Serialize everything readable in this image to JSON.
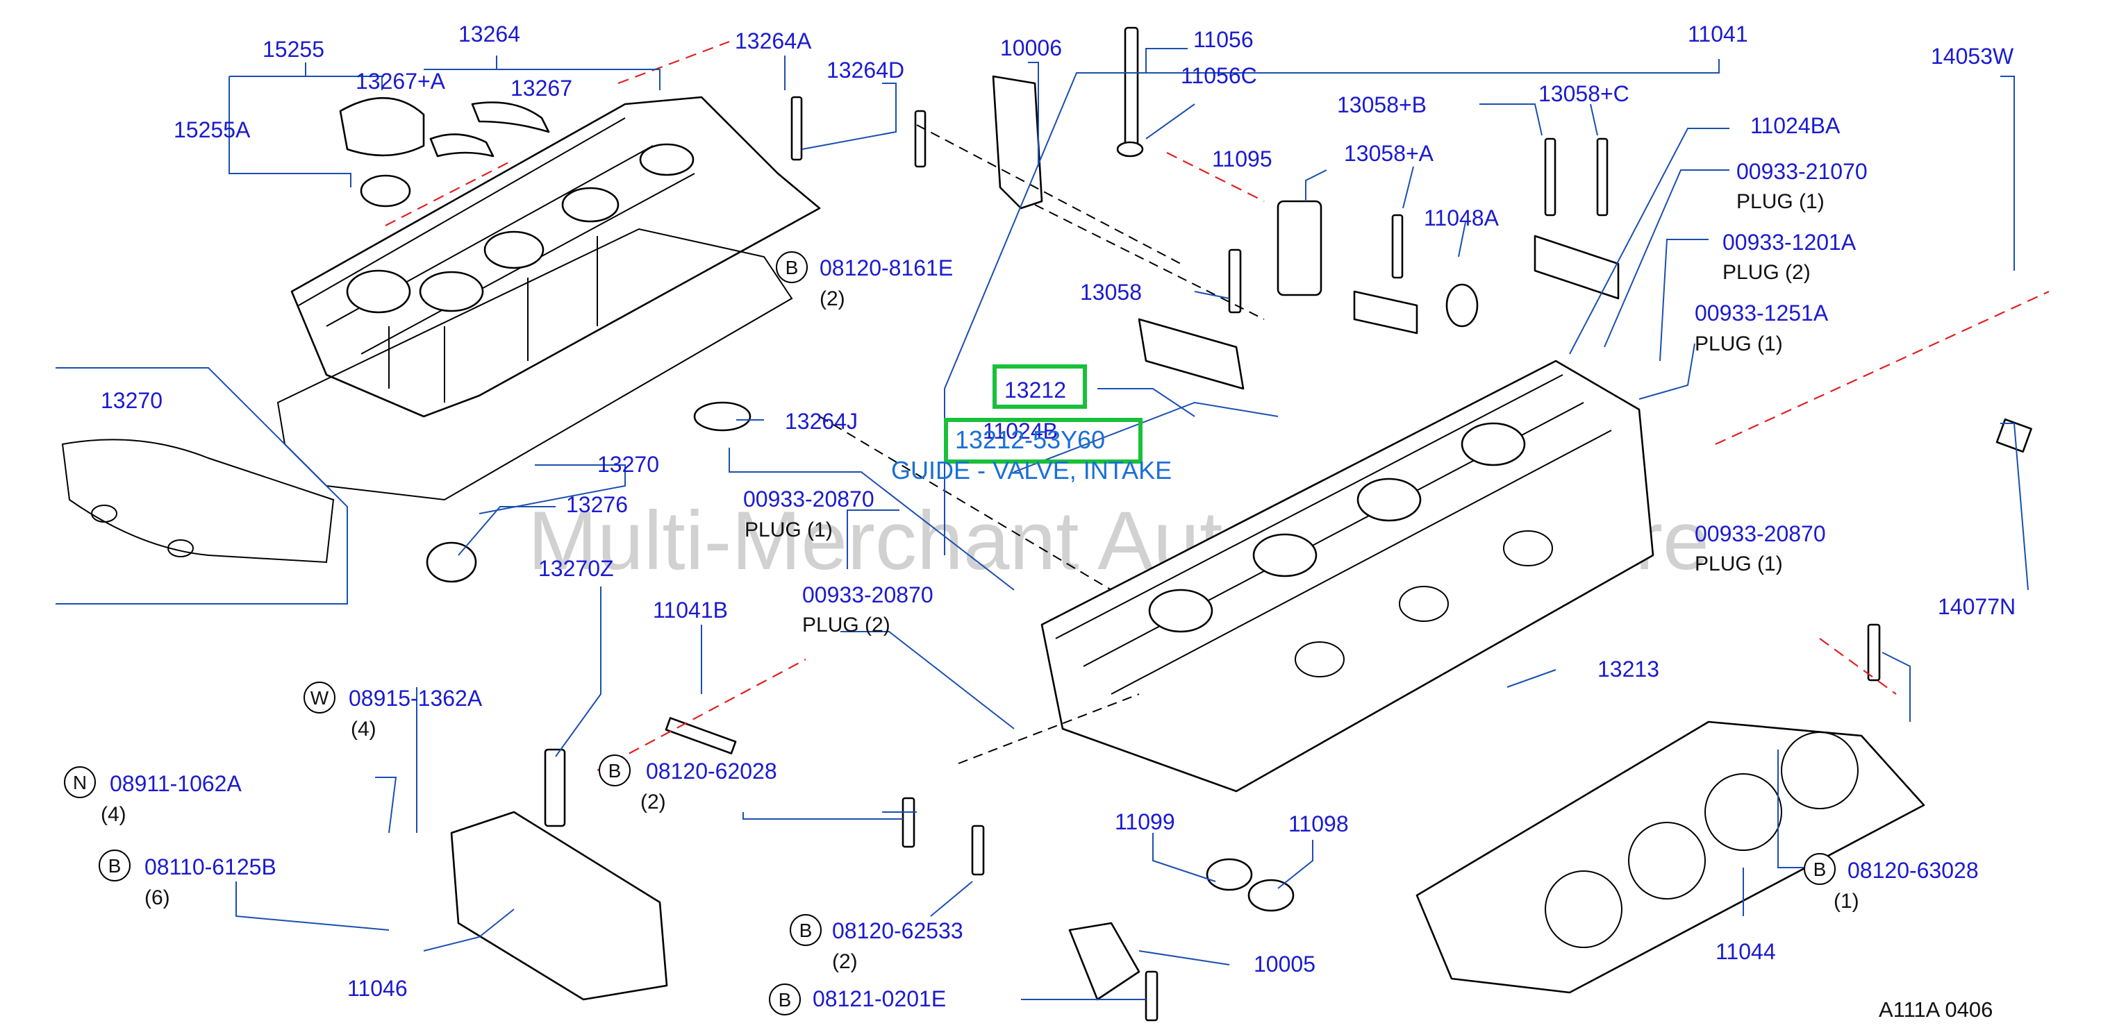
{
  "watermark": "Multi-Merchant Auto Parts Store",
  "diagram_code": "A111A  0406",
  "highlight": {
    "part_number": "13212",
    "alt_part_number": "13212-53Y60",
    "description": "GUIDE - VALVE, INTAKE",
    "overlapped_label": "11024B"
  },
  "labels": {
    "p15255": "15255",
    "p15255A": "15255A",
    "p13264": "13264",
    "p13267A": "13267+A",
    "p13267": "13267",
    "p13264A": "13264A",
    "p13264D": "13264D",
    "p10006": "10006",
    "p11056": "11056",
    "p11056C": "11056C",
    "p11041": "11041",
    "p14053W": "14053W",
    "p13058B": "13058+B",
    "p13058C": "13058+C",
    "p11024BA": "11024BA",
    "p13058A": "13058+A",
    "p11095": "11095",
    "p11048A": "11048A",
    "p13058": "13058",
    "p13270a": "13270",
    "p13270b": "13270",
    "p13264J": "13264J",
    "p13276": "13276",
    "p13270Z": "13270Z",
    "p11041B": "11041B",
    "p13213": "13213",
    "p14077N": "14077N",
    "p11099": "11099",
    "p11098": "11098",
    "p11044": "11044",
    "p10005": "10005",
    "p11046": "11046",
    "p00933_21070": "00933-21070",
    "p00933_1201A": "00933-1201A",
    "p00933_1251A": "00933-1251A",
    "p00933_20870_a": "00933-20870",
    "p00933_20870_b": "00933-20870",
    "p00933_20870_c": "00933-20870",
    "b08120_8161E": "08120-8161E",
    "w08915_1362A": "08915-1362A",
    "n08911_1062A": "08911-1062A",
    "b08110_6125B": "08110-6125B",
    "b08120_62028": "08120-62028",
    "b08120_62533": "08120-62533",
    "b08121_0201E": "08121-0201E",
    "b08120_63028": "08120-63028"
  },
  "plugs": {
    "plug1": "PLUG   (1)",
    "plug2": "PLUG   (2)",
    "plug3": "PLUG   (1)",
    "plug4": "PLUG   (1)",
    "plug5": "PLUG   (1)",
    "plug6": "PLUG   (2)"
  },
  "qty": {
    "q8161E": "(2)",
    "q1362A": "(4)",
    "q1062A": "(4)",
    "q6125B": "(6)",
    "q62028": "(2)",
    "q62533": "(2)",
    "q63028": "(1)"
  },
  "circle_letters": {
    "b1": "B",
    "w": "W",
    "n": "N",
    "b2": "B",
    "b3": "B",
    "b4": "B",
    "b5": "B",
    "b6": "B"
  }
}
